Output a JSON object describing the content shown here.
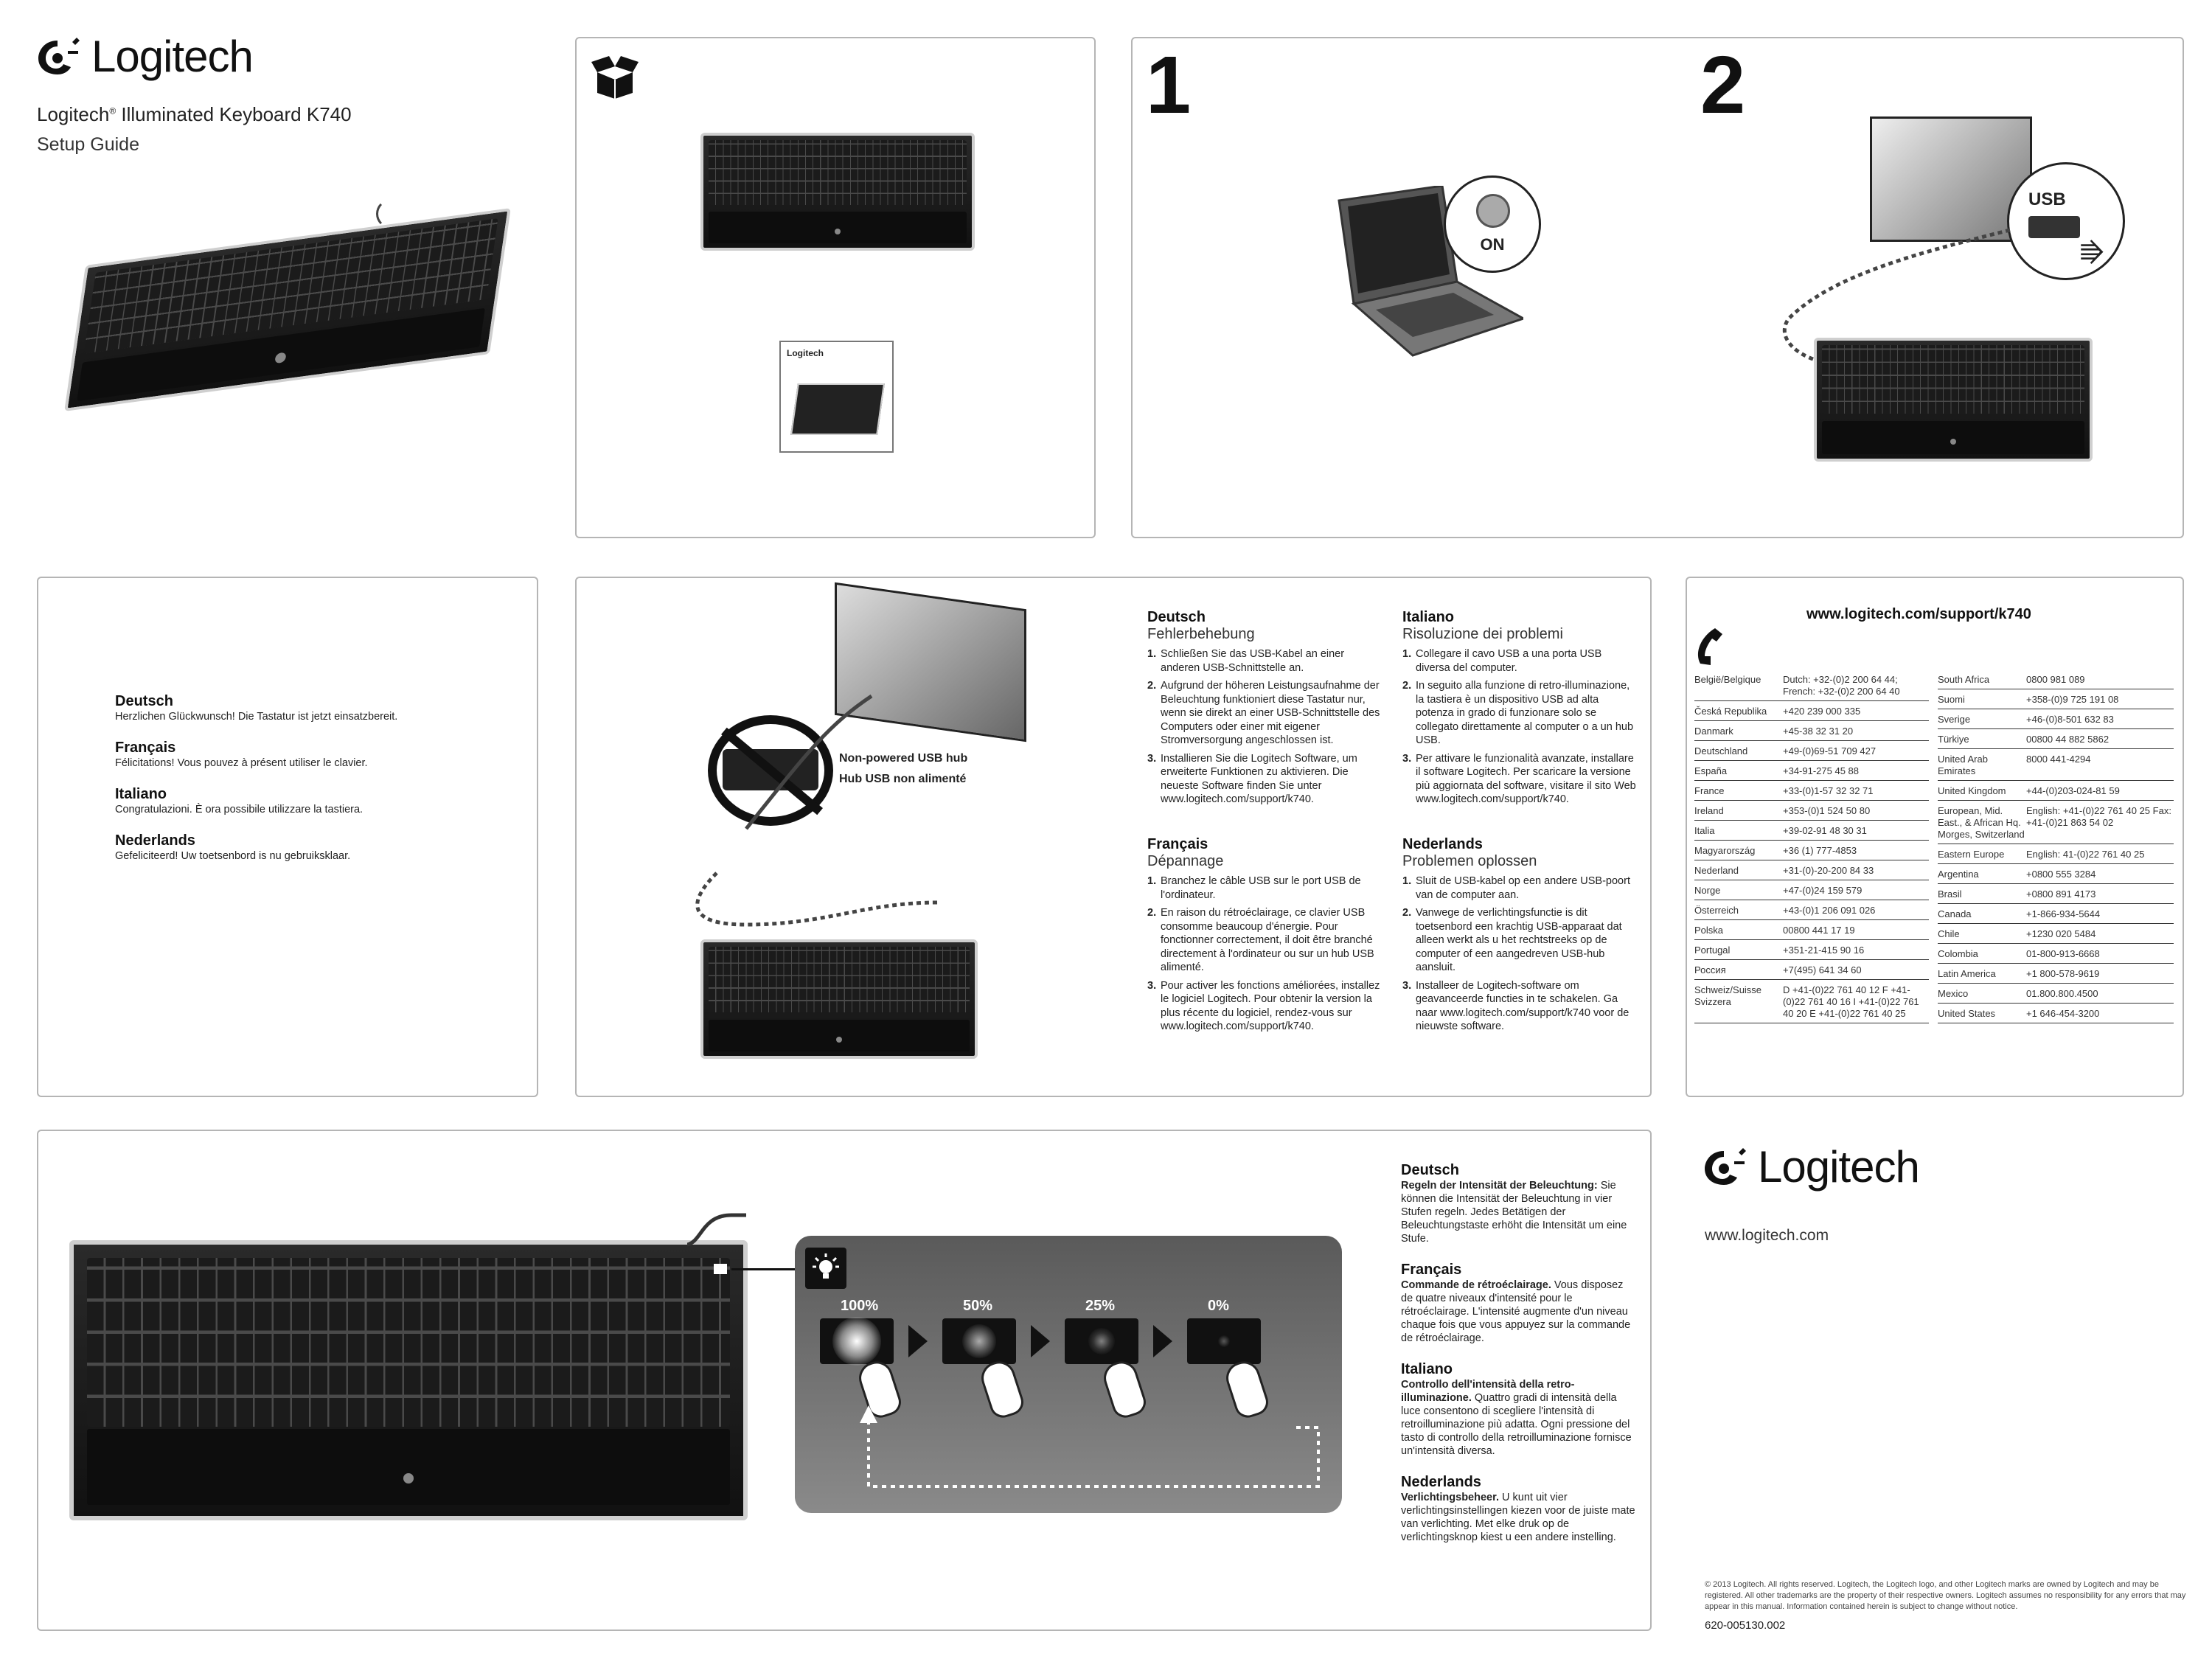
{
  "brand": {
    "logo_text": "Logitech",
    "product_title": "Logitech",
    "product_reg": "®",
    "product_name": " Illuminated Keyboard K740",
    "setup_guide": "Setup Guide",
    "website": "www.logitech.com",
    "part_number": "620-005130.002",
    "legal": "© 2013 Logitech. All rights reserved. Logitech, the Logitech logo, and other Logitech marks are owned by Logitech and may be registered. All other trademarks are the property of their respective owners. Logitech assumes no responsibility for any errors that may appear in this manual. Information contained herein is subject to change without notice."
  },
  "box_panel": {
    "mini_guide_logo": "Logitech"
  },
  "setup_panel": {
    "step1": "1",
    "step2": "2",
    "on_label": "ON",
    "usb_label": "USB"
  },
  "congrats": [
    {
      "lang": "Deutsch",
      "text": "Herzlichen Glückwunsch! Die Tastatur ist jetzt einsatzbereit."
    },
    {
      "lang": "Français",
      "text": "Félicitations! Vous pouvez à présent utiliser le clavier."
    },
    {
      "lang": "Italiano",
      "text": "Congratulazioni. È ora possibile utilizzare la tastiera."
    },
    {
      "lang": "Nederlands",
      "text": "Gefeliciteerd! Uw toetsenbord is nu gebruiksklaar."
    }
  ],
  "hub": {
    "label1": "Non-powered USB hub",
    "label2": "Hub USB non alimenté"
  },
  "troubleshooting": {
    "de": {
      "lang": "Deutsch",
      "title": "Fehlerbehebung",
      "steps": [
        "Schließen Sie das USB-Kabel an einer anderen USB-Schnittstelle an.",
        "Aufgrund der höheren Leistungsaufnahme der Beleuchtung funktioniert diese Tastatur nur, wenn sie direkt an einer USB-Schnittstelle des Computers oder einer mit eigener Stromversorgung angeschlossen ist.",
        "Installieren Sie die Logitech Software, um erweiterte Funktionen zu aktivieren. Die neueste Software finden Sie unter www.logitech.com/support/k740."
      ]
    },
    "fr": {
      "lang": "Français",
      "title": "Dépannage",
      "steps": [
        "Branchez le câble USB sur le port USB de l'ordinateur.",
        "En raison du rétroéclairage, ce clavier USB consomme beaucoup d'énergie. Pour fonctionner correctement, il doit être branché directement à l'ordinateur ou sur un hub USB alimenté.",
        "Pour activer les fonctions améliorées, installez le logiciel Logitech. Pour obtenir la version la plus récente du logiciel, rendez-vous sur www.logitech.com/support/k740."
      ]
    },
    "it": {
      "lang": "Italiano",
      "title": "Risoluzione dei problemi",
      "steps": [
        "Collegare il cavo USB a una porta USB diversa del computer.",
        "In seguito alla funzione di retro-illuminazione, la tastiera è un dispositivo USB ad alta potenza in grado di funzionare solo se collegato direttamente al computer o a un hub USB.",
        "Per attivare le funzionalità avanzate, installare il software Logitech. Per scaricare la versione più aggiornata del software, visitare il sito Web www.logitech.com/support/k740."
      ]
    },
    "nl": {
      "lang": "Nederlands",
      "title": "Problemen oplossen",
      "steps": [
        "Sluit de USB-kabel op een andere USB-poort van de computer aan.",
        "Vanwege de verlichtingsfunctie is dit toetsenbord een krachtig USB-apparaat dat alleen werkt als u het rechtstreeks op de computer of een aangedreven USB-hub aansluit.",
        "Installeer de Logitech-software om geavanceerde functies in te schakelen. Ga naar www.logitech.com/support/k740 voor de nieuwste software."
      ]
    }
  },
  "support": {
    "url": "www.logitech.com/support/k740",
    "left": [
      {
        "country": "België/Belgique",
        "number": "Dutch: +32-(0)2 200 64 44; French: +32-(0)2 200 64 40"
      },
      {
        "country": "Česká Republika",
        "number": "+420 239 000 335"
      },
      {
        "country": "Danmark",
        "number": "+45-38 32 31 20"
      },
      {
        "country": "Deutschland",
        "number": "+49-(0)69-51 709 427"
      },
      {
        "country": "España",
        "number": "+34-91-275 45 88"
      },
      {
        "country": "France",
        "number": "+33-(0)1-57 32 32 71"
      },
      {
        "country": "Ireland",
        "number": "+353-(0)1 524 50 80"
      },
      {
        "country": "Italia",
        "number": "+39-02-91 48 30 31"
      },
      {
        "country": "Magyarország",
        "number": "+36 (1) 777-4853"
      },
      {
        "country": "Nederland",
        "number": "+31-(0)-20-200 84 33"
      },
      {
        "country": "Norge",
        "number": "+47-(0)24 159 579"
      },
      {
        "country": "Österreich",
        "number": "+43-(0)1 206 091 026"
      },
      {
        "country": "Polska",
        "number": "00800 441 17 19"
      },
      {
        "country": "Portugal",
        "number": "+351-21-415 90 16"
      },
      {
        "country": "Россия",
        "number": "+7(495) 641 34 60"
      },
      {
        "country": "Schweiz/Suisse Svizzera",
        "number": "D  +41-(0)22 761 40 12 F  +41-(0)22 761 40 16 I  +41-(0)22 761 40 20 E  +41-(0)22 761 40 25"
      }
    ],
    "right": [
      {
        "country": "South Africa",
        "number": "0800 981 089"
      },
      {
        "country": "Suomi",
        "number": "+358-(0)9 725 191 08"
      },
      {
        "country": "Sverige",
        "number": "+46-(0)8-501 632 83"
      },
      {
        "country": "Türkiye",
        "number": "00800 44 882 5862"
      },
      {
        "country": "United Arab Emirates",
        "number": "8000 441-4294"
      },
      {
        "country": "United Kingdom",
        "number": "+44-(0)203-024-81 59"
      },
      {
        "country": "European, Mid. East., & African Hq. Morges, Switzerland",
        "number": "English: +41-(0)22 761 40 25 Fax: +41-(0)21 863 54 02"
      },
      {
        "country": "Eastern Europe",
        "number": "English: 41-(0)22 761 40 25"
      },
      {
        "country": "Argentina",
        "number": "+0800 555 3284"
      },
      {
        "country": "Brasil",
        "number": "+0800 891 4173"
      },
      {
        "country": "Canada",
        "number": "+1-866-934-5644"
      },
      {
        "country": "Chile",
        "number": "+1230 020 5484"
      },
      {
        "country": "Colombia",
        "number": "01-800-913-6668"
      },
      {
        "country": "Latin America",
        "number": "+1 800-578-9619"
      },
      {
        "country": "Mexico",
        "number": "01.800.800.4500"
      },
      {
        "country": "United States",
        "number": "+1 646-454-3200"
      }
    ]
  },
  "backlight": {
    "levels": [
      "100%",
      "50%",
      "25%",
      "0%"
    ],
    "level_values": [
      1.0,
      0.5,
      0.25,
      0.0
    ],
    "texts": [
      {
        "lang": "Deutsch",
        "bold": "Regeln der Intensität der Beleuchtung:",
        "text": " Sie können die Intensität der Beleuchtung in vier Stufen regeln. Jedes Betätigen der Beleuchtungstaste erhöht die Intensität um eine Stufe."
      },
      {
        "lang": "Français",
        "bold": "Commande de rétroéclairage.",
        "text": " Vous disposez de quatre niveaux d'intensité pour le rétroéclairage. L'intensité augmente d'un niveau chaque fois que vous appuyez sur la commande de rétroéclairage."
      },
      {
        "lang": "Italiano",
        "bold": "Controllo dell'intensità della retro-illuminazione.",
        "text": " Quattro gradi di intensità della luce consentono di scegliere l'intensità di retroilluminazione più adatta. Ogni pressione del tasto di controllo della retroilluminazione fornisce un'intensità diversa."
      },
      {
        "lang": "Nederlands",
        "bold": "Verlichtingsbeheer.",
        "text": " U kunt uit vier verlichtingsinstellingen kiezen voor de juiste mate van verlichting. Met elke druk op de verlichtingsknop kiest u een andere instelling."
      }
    ]
  }
}
